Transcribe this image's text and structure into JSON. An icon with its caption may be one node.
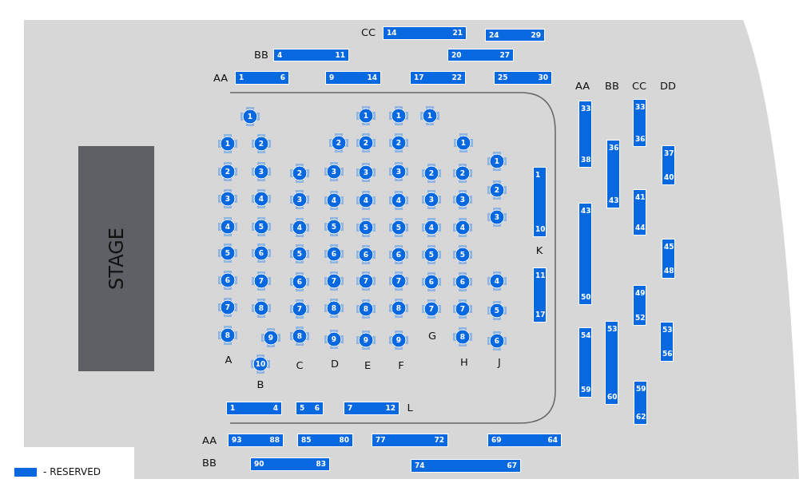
{
  "diagram": {
    "nodes": [
      {
        "text": [
          "14",
          "21"
        ]
      },
      {
        "text": [
          "24",
          "29"
        ]
      },
      {
        "text": [
          "4",
          "11"
        ]
      },
      {
        "text": [
          "20",
          "27"
        ]
      },
      {
        "text": [
          "1",
          "6"
        ]
      },
      {
        "text": [
          "9",
          "14"
        ]
      },
      {
        "text": [
          "17",
          "22"
        ]
      },
      {
        "text": [
          "25",
          "30"
        ]
      },
      {
        "text": [
          "STAGE"
        ]
      },
      {
        "text": [
          "1"
        ]
      },
      {
        "text": [
          "1"
        ]
      },
      {
        "text": [
          "2"
        ]
      },
      {
        "text": [
          "3"
        ]
      },
      {
        "text": [
          "4"
        ]
      },
      {
        "text": [
          "5"
        ]
      },
      {
        "text": [
          "6"
        ]
      },
      {
        "text": [
          "7"
        ]
      },
      {
        "text": [
          "8"
        ]
      },
      {
        "text": [
          "2"
        ]
      },
      {
        "text": [
          "3"
        ]
      },
      {
        "text": [
          "4"
        ]
      },
      {
        "text": [
          "5"
        ]
      },
      {
        "text": [
          "6"
        ]
      },
      {
        "text": [
          "7"
        ]
      },
      {
        "text": [
          "8"
        ]
      },
      {
        "text": [
          "9"
        ]
      },
      {
        "text": [
          "10"
        ]
      },
      {
        "text": [
          "2"
        ]
      },
      {
        "text": [
          "3"
        ]
      },
      {
        "text": [
          "4"
        ]
      },
      {
        "text": [
          "5"
        ]
      },
      {
        "text": [
          "6"
        ]
      },
      {
        "text": [
          "7"
        ]
      },
      {
        "text": [
          "8"
        ]
      },
      {
        "text": [
          "2"
        ]
      },
      {
        "text": [
          "3"
        ]
      },
      {
        "text": [
          "4"
        ]
      },
      {
        "text": [
          "5"
        ]
      },
      {
        "text": [
          "6"
        ]
      },
      {
        "text": [
          "7"
        ]
      },
      {
        "text": [
          "8"
        ]
      },
      {
        "text": [
          "9"
        ]
      },
      {
        "text": [
          "1"
        ]
      },
      {
        "text": [
          "2"
        ]
      },
      {
        "text": [
          "3"
        ]
      },
      {
        "text": [
          "4"
        ]
      },
      {
        "text": [
          "5"
        ]
      },
      {
        "text": [
          "6"
        ]
      },
      {
        "text": [
          "7"
        ]
      },
      {
        "text": [
          "8"
        ]
      },
      {
        "text": [
          "9"
        ]
      },
      {
        "text": [
          "1"
        ]
      },
      {
        "text": [
          "2"
        ]
      },
      {
        "text": [
          "3"
        ]
      },
      {
        "text": [
          "4"
        ]
      },
      {
        "text": [
          "5"
        ]
      },
      {
        "text": [
          "6"
        ]
      },
      {
        "text": [
          "7"
        ]
      },
      {
        "text": [
          "8"
        ]
      },
      {
        "text": [
          "9"
        ]
      },
      {
        "text": [
          "1"
        ]
      },
      {
        "text": [
          "2"
        ]
      },
      {
        "text": [
          "3"
        ]
      },
      {
        "text": [
          "4"
        ]
      },
      {
        "text": [
          "5"
        ]
      },
      {
        "text": [
          "6"
        ]
      },
      {
        "text": [
          "7"
        ]
      },
      {
        "text": [
          "1"
        ]
      },
      {
        "text": [
          "2"
        ]
      },
      {
        "text": [
          "3"
        ]
      },
      {
        "text": [
          "4"
        ]
      },
      {
        "text": [
          "5"
        ]
      },
      {
        "text": [
          "6"
        ]
      },
      {
        "text": [
          "7"
        ]
      },
      {
        "text": [
          "8"
        ]
      },
      {
        "text": [
          "1"
        ]
      },
      {
        "text": [
          "2"
        ]
      },
      {
        "text": [
          "3"
        ]
      },
      {
        "text": [
          "4"
        ]
      },
      {
        "text": [
          "5"
        ]
      },
      {
        "text": [
          "6"
        ]
      },
      {
        "text": [
          "1",
          "10"
        ]
      },
      {
        "text": [
          "11",
          "17"
        ]
      },
      {
        "text": [
          "33",
          "38"
        ]
      },
      {
        "text": [
          "43",
          "50"
        ]
      },
      {
        "text": [
          "54",
          "59"
        ]
      },
      {
        "text": [
          "36",
          "43"
        ]
      },
      {
        "text": [
          "53",
          "60"
        ]
      },
      {
        "text": [
          "33",
          "36"
        ]
      },
      {
        "text": [
          "41",
          "44"
        ]
      },
      {
        "text": [
          "49",
          "52"
        ]
      },
      {
        "text": [
          "59",
          "62"
        ]
      },
      {
        "text": [
          "37",
          "40"
        ]
      },
      {
        "text": [
          "45",
          "48"
        ]
      },
      {
        "text": [
          "53",
          "56"
        ]
      },
      {
        "text": [
          "1",
          "4"
        ]
      },
      {
        "text": [
          "5",
          "6"
        ]
      },
      {
        "text": [
          "7",
          "12"
        ]
      },
      {
        "text": [
          "93",
          "88"
        ]
      },
      {
        "text": [
          "85",
          "80"
        ]
      },
      {
        "text": [
          "77",
          "72"
        ]
      },
      {
        "text": [
          "69",
          "64"
        ]
      },
      {
        "text": [
          "90",
          "83"
        ]
      },
      {
        "text": [
          "74",
          "67"
        ]
      }
    ],
    "labels": [
      "CC",
      "BB",
      "AA",
      "AA",
      "BB",
      "CC",
      "DD",
      "K",
      "G",
      "A",
      "C",
      "D",
      "E",
      "F",
      "H",
      "J",
      "B",
      "L",
      "AA",
      "BB"
    ],
    "legend": [
      {
        "text": "- RESERVED",
        "color": "#0868e0"
      }
    ]
  }
}
